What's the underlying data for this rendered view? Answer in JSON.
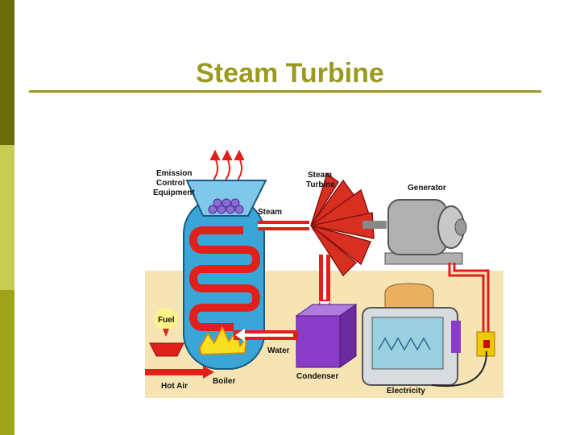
{
  "slide": {
    "title": "Steam Turbine"
  },
  "diagram": {
    "labels": {
      "emission_1": "Emission",
      "emission_2": "Control",
      "emission_3": "Equipment",
      "turbine_1": "Steam",
      "turbine_2": "Turbine",
      "generator": "Generator",
      "steam": "Steam",
      "fuel": "Fuel",
      "water": "Water",
      "hot_air": "Hot Air",
      "boiler": "Boiler",
      "condenser": "Condenser",
      "electricity": "Electricity"
    },
    "colors": {
      "boiler_body": "#3aa6d8",
      "pipe_red": "#e0201a",
      "condenser": "#8a3cc8",
      "generator_gray": "#b0b0b0",
      "turbine_red": "#d83020",
      "floor": "#f6e4b4",
      "outlet": "#f0c800"
    }
  }
}
